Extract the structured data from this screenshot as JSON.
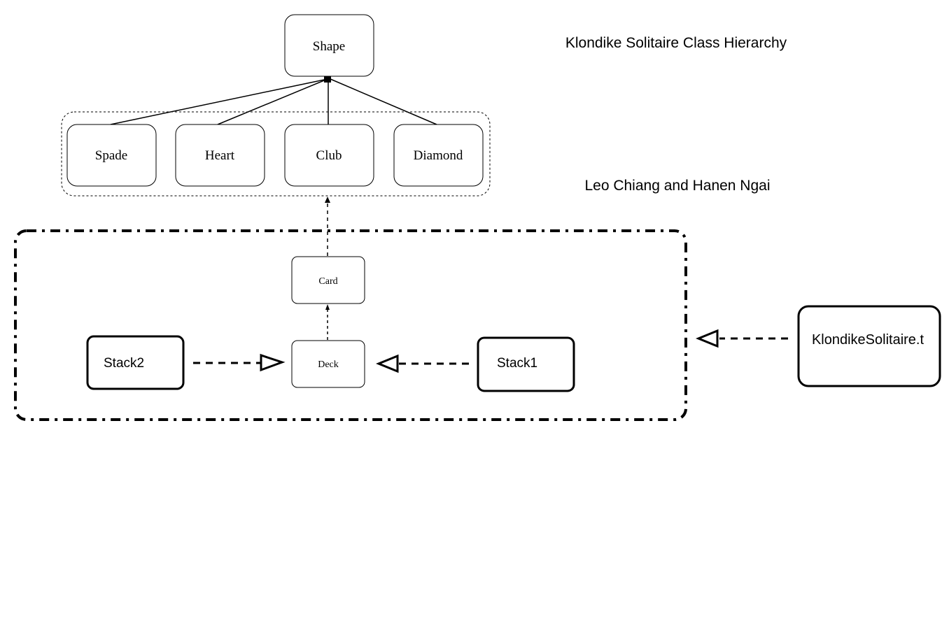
{
  "diagram": {
    "title": "Klondike Solitaire Class Hierarchy",
    "authors": "Leo Chiang and Hanen Ngai",
    "nodes": {
      "shape": "Shape",
      "spade": "Spade",
      "heart": "Heart",
      "club": "Club",
      "diamond": "Diamond",
      "card": "Card",
      "deck": "Deck",
      "stack1": "Stack1",
      "stack2": "Stack2",
      "klondike": "KlondikeSolitaire.t"
    },
    "colors": {
      "stroke": "#000000",
      "background": "#ffffff",
      "text": "#000000"
    }
  }
}
